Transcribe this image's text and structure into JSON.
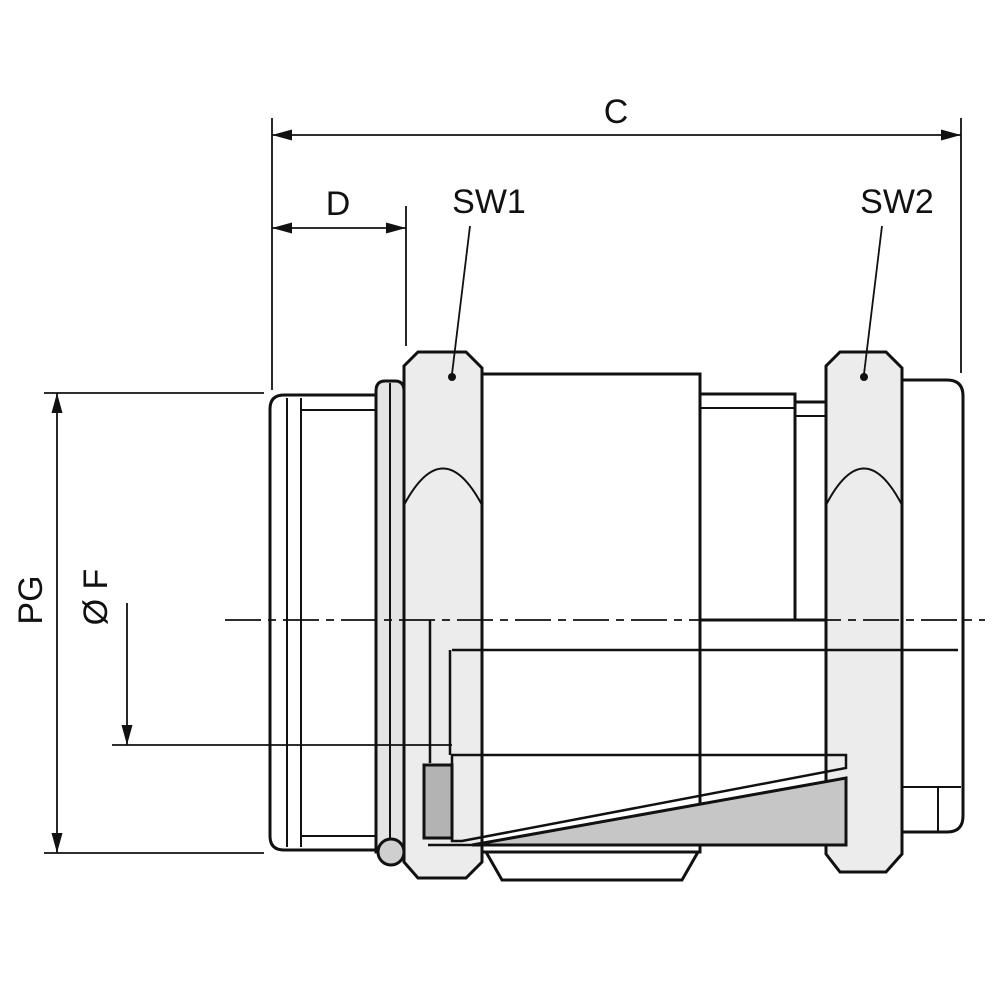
{
  "drawing": {
    "labels": {
      "c": "C",
      "d": "D",
      "sw1": "SW1",
      "sw2": "SW2",
      "pg": "PG",
      "diameter_f": "Ø F"
    },
    "colors": {
      "line": "#111111",
      "fill_hex_nut": "#ececec",
      "fill_washer": "#e4e4e4",
      "fill_cone": "#c6c6c6",
      "fill_clamp": "#b3b3b3",
      "fill_oring": "#cfcfcf"
    }
  }
}
